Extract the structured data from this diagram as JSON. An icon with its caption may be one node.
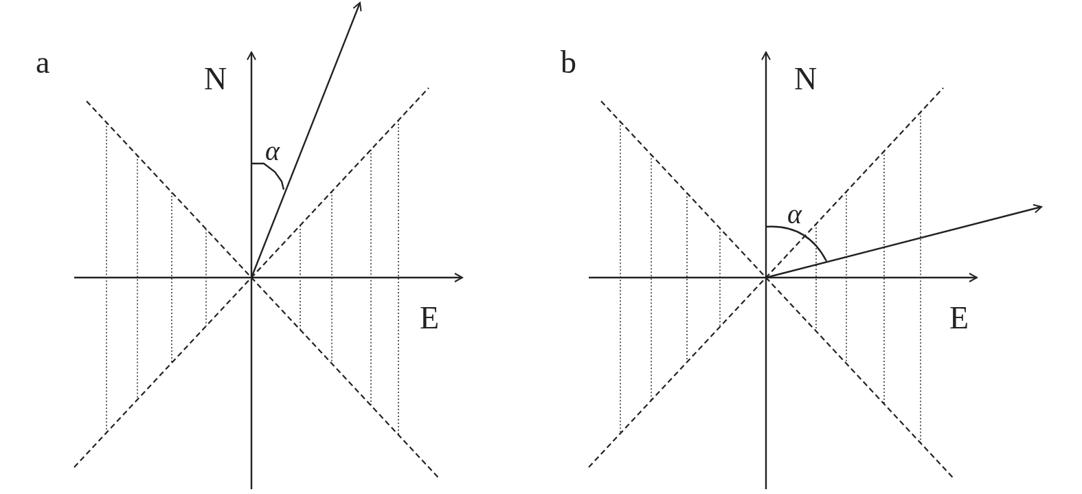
{
  "diagram": {
    "labels": [
      "a",
      "N",
      "E",
      "α",
      "b",
      "N",
      "E",
      "α"
    ]
  }
}
